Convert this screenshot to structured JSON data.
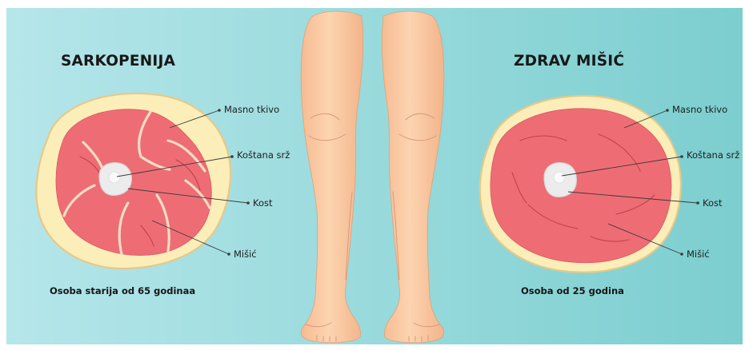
{
  "colors": {
    "background_left": "#b5e6ea",
    "background_right": "#7ccecf",
    "fat": "#fbeeb9",
    "fat_outline": "#e6c989",
    "muscle": "#ee6d75",
    "muscle_separator": "#f3dcc4",
    "bone": "#ececec",
    "skin": "#fbcfa9"
  },
  "left_panel": {
    "title": "SARKOPENIJA",
    "caption": "Osoba starija od 65 godinaa",
    "labels": {
      "fat": "Masno tkivo",
      "marrow": "Koštana srž",
      "bone": "Kost",
      "muscle": "Mišić"
    }
  },
  "right_panel": {
    "title": "ZDRAV MIŠIĆ",
    "caption": "Osoba od 25 godina",
    "labels": {
      "fat": "Masno tkivo",
      "marrow": "Koštana srž",
      "bone": "Kost",
      "muscle": "Mišić"
    }
  },
  "icons": [
    "legs-illustration",
    "thigh-cross-section-sarcopenia",
    "thigh-cross-section-healthy"
  ]
}
